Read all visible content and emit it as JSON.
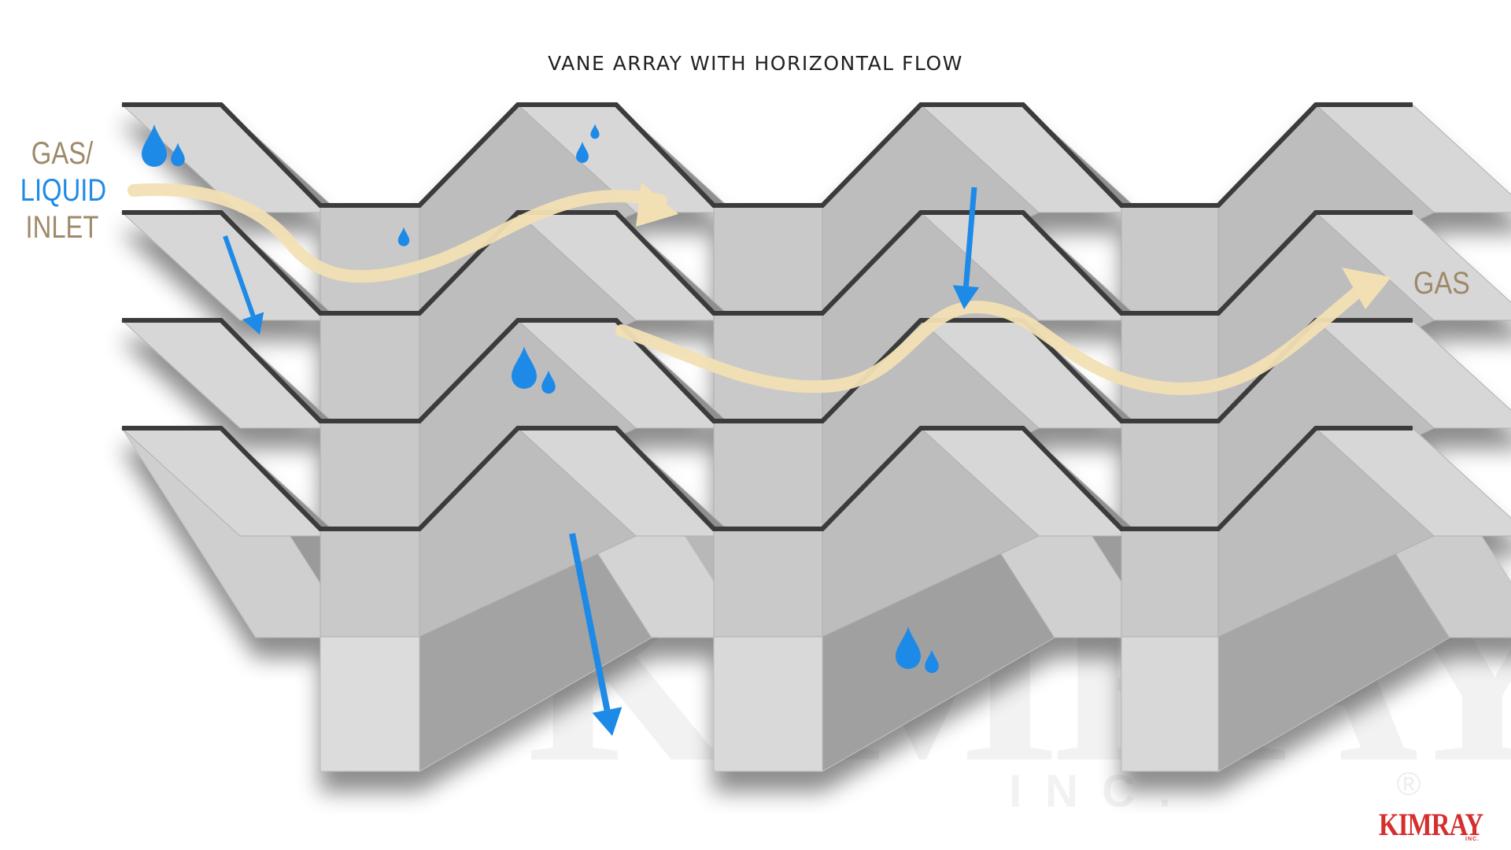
{
  "title": "VANE ARRAY WITH HORIZONTAL FLOW",
  "inlet_label": {
    "line1": "GAS/",
    "line2": "LIQUID",
    "line3": "INLET"
  },
  "outlet_label": "GAS",
  "brand": {
    "name": "KIMRAY",
    "suffix": "INC.",
    "watermark": "KIMRAY",
    "watermark_sub": "INC.",
    "registered": "®"
  },
  "icons": {
    "droplet": "droplet-icon",
    "liquid_arrow": "arrow-down-icon",
    "gas_flow": "curved-arrow-icon"
  },
  "colors": {
    "vane_light": "#d6d6d6",
    "vane_dark": "#8e8e8e",
    "vane_edge": "#3a3a3a",
    "liquid": "#1e8ae8",
    "gas_flow": "#f2dfb4",
    "label_gold": "#9e8a6a",
    "brand_red": "#d62e2e"
  }
}
